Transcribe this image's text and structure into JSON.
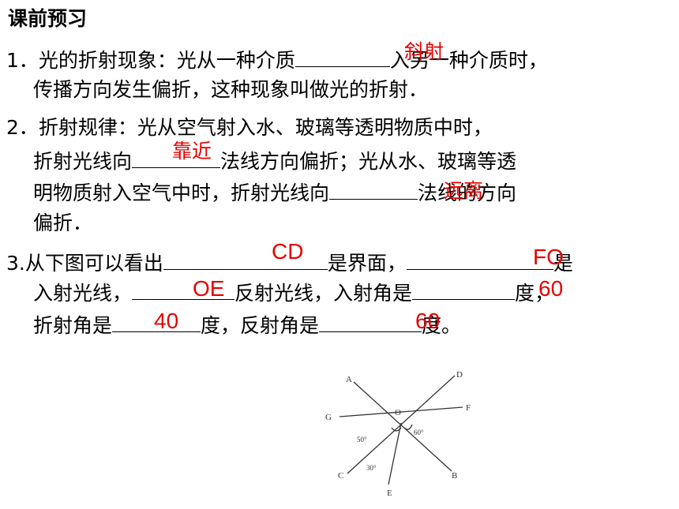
{
  "title": "课前预习",
  "q1": {
    "num": "1．",
    "text_a": "光的折射现象：光从一种介质",
    "text_b": "入另一种介质时，",
    "line2": "传播方向发生偏折，这种现象叫做光的折射．",
    "answer": "斜射"
  },
  "q2": {
    "num": "2．",
    "line1": "折射规律：光从空气射入水、玻璃等透明物质中时，",
    "line2_a": "折射光线向",
    "line2_b": "法线方向偏折；光从水、玻璃等透",
    "line3_a": "明物质射入空气中时，折射光线向",
    "line3_b": "法线的方向",
    "line4": "偏折．",
    "answer1": "靠近",
    "answer2": "远离"
  },
  "q3": {
    "num": "3.",
    "line1_a": "从下图可以看出",
    "line1_b": "是界面，",
    "line1_c": "是",
    "line2_a": "入射光线，",
    "line2_b": "反射光线，入射角是",
    "line2_c": "度，",
    "line3_a": "折射角是",
    "line3_b": "度，反射角是",
    "line3_c": "度。",
    "answers": {
      "interface": "CD",
      "incident": "FO",
      "reflected": "OE",
      "incidence_angle": "60",
      "refraction_angle": "40",
      "reflection_angle": "60"
    }
  },
  "diagram": {
    "labels": {
      "A": "A",
      "B": "B",
      "C": "C",
      "D": "D",
      "E": "E",
      "F": "F",
      "G": "G",
      "O": "O"
    },
    "angle_labels": {
      "a50": "50°",
      "a60": "60°",
      "a30": "30°"
    }
  }
}
